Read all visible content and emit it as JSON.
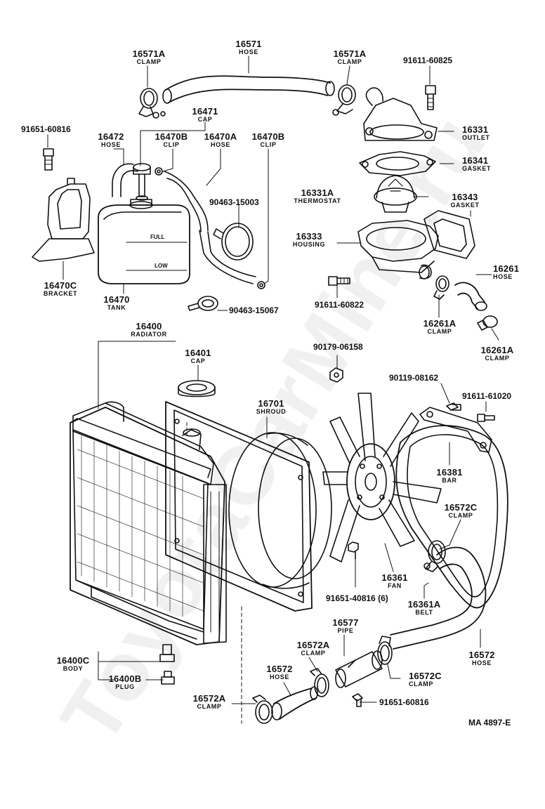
{
  "watermark": "ToyotaCarMine.ru",
  "reference": "MA 4897-E",
  "callouts": {
    "hose_16571": {
      "num": "16571",
      "name": "HOSE"
    },
    "clamp_16571a_left": {
      "num": "16571A",
      "name": "CLAMP"
    },
    "clamp_16571a_right": {
      "num": "16571A",
      "name": "CLAMP"
    },
    "bolt_91611_60825": {
      "num": "91611-60825"
    },
    "cap_16471": {
      "num": "16471",
      "name": "CAP"
    },
    "bolt_91651_60816_top": {
      "num": "91651-60816"
    },
    "hose_16472": {
      "num": "16472",
      "name": "HOSE"
    },
    "clip_16470b_a": {
      "num": "16470B",
      "name": "CLIP"
    },
    "hose_16470a": {
      "num": "16470A",
      "name": "HOSE"
    },
    "clip_16470b_b": {
      "num": "16470B",
      "name": "CLIP"
    },
    "outlet_16331": {
      "num": "16331",
      "name": "OUTLET"
    },
    "gasket_16341": {
      "num": "16341",
      "name": "GASKET"
    },
    "thermostat_16331a": {
      "num": "16331A",
      "name": "THERMOSTAT"
    },
    "gasket_16343": {
      "num": "16343",
      "name": "GASKET"
    },
    "clamp_90463_15003": {
      "num": "90463-15003"
    },
    "housing_16333": {
      "num": "16333",
      "name": "HOUSING"
    },
    "hose_16261": {
      "num": "16261",
      "name": "HOSE"
    },
    "bracket_16470c": {
      "num": "16470C",
      "name": "BRACKET"
    },
    "tank_16470": {
      "num": "16470",
      "name": "TANK"
    },
    "clamp_90463_15067": {
      "num": "90463-15067"
    },
    "bolt_91611_60822": {
      "num": "91611-60822"
    },
    "clamp_16261a_a": {
      "num": "16261A",
      "name": "CLAMP"
    },
    "clamp_16261a_b": {
      "num": "16261A",
      "name": "CLAMP"
    },
    "radiator_16400": {
      "num": "16400",
      "name": "RADIATOR"
    },
    "cap_16401": {
      "num": "16401",
      "name": "CAP"
    },
    "nut_90179_06158": {
      "num": "90179-06158"
    },
    "bolt_90119_08162": {
      "num": "90119-08162"
    },
    "bolt_91611_61020": {
      "num": "91611-61020"
    },
    "shroud_16701": {
      "num": "16701",
      "name": "SHROUD"
    },
    "bar_16381": {
      "num": "16381",
      "name": "BAR"
    },
    "clamp_16572c_top": {
      "num": "16572C",
      "name": "CLAMP"
    },
    "fan_16361": {
      "num": "16361",
      "name": "FAN"
    },
    "bolt_91651_40816": {
      "num": "91651-40816 (6)"
    },
    "belt_16361a": {
      "num": "16361A",
      "name": "BELT"
    },
    "pipe_16577": {
      "num": "16577",
      "name": "PIPE"
    },
    "clamp_16572a_mid": {
      "num": "16572A",
      "name": "CLAMP"
    },
    "hose_16572_right": {
      "num": "16572",
      "name": "HOSE"
    },
    "body_16400c": {
      "num": "16400C",
      "name": "BODY"
    },
    "plug_16400b": {
      "num": "16400B",
      "name": "PLUG"
    },
    "hose_16572_low": {
      "num": "16572",
      "name": "HOSE"
    },
    "clamp_16572c_low": {
      "num": "16572C",
      "name": "CLAMP"
    },
    "clamp_16572a_low": {
      "num": "16572A",
      "name": "CLAMP"
    },
    "bolt_91651_60816_low": {
      "num": "91651-60816"
    }
  },
  "tank_marks": {
    "full": "FULL",
    "low": "LOW"
  }
}
